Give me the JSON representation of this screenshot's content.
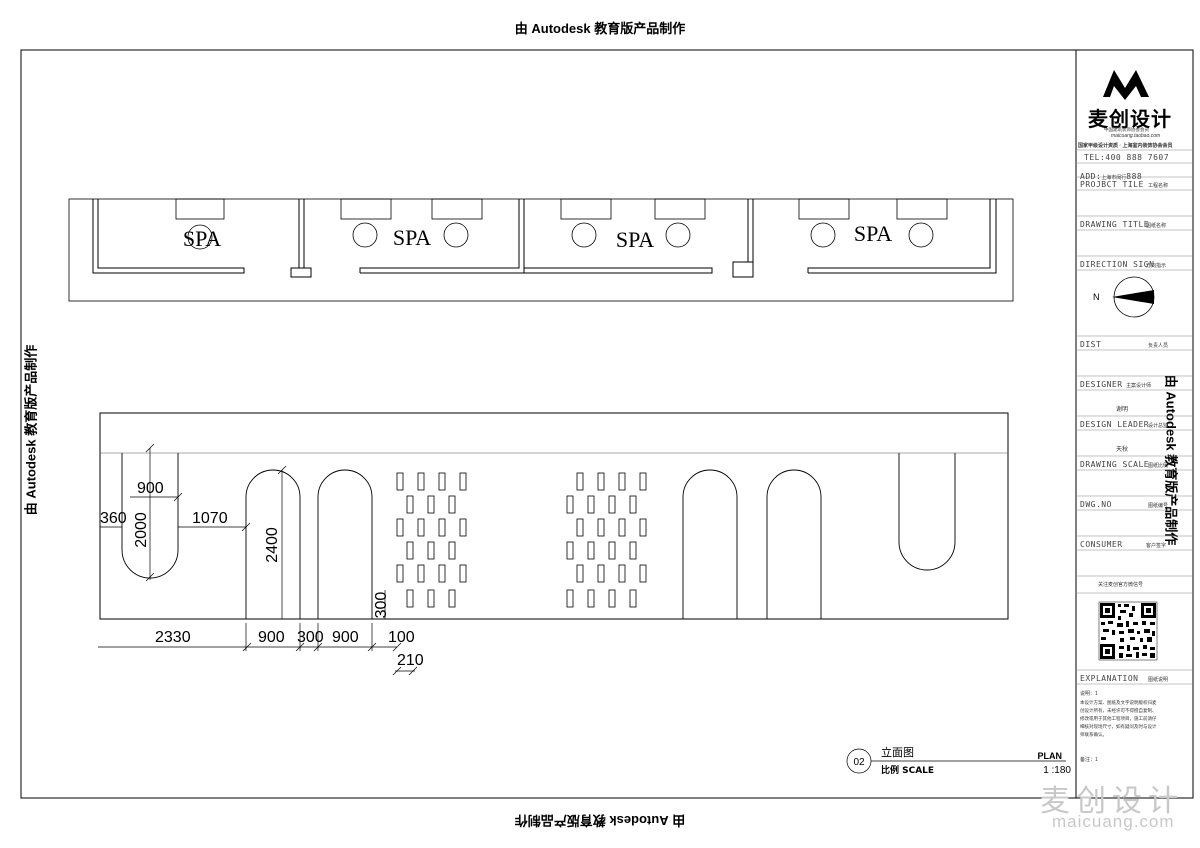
{
  "watermark_text": "由 Autodesk 教育版产品制作",
  "plan": {
    "spa_labels": [
      "SPA",
      "SPA",
      "SPA",
      "SPA"
    ]
  },
  "elevation": {
    "dims_vertical": [
      "900",
      "2000",
      "360",
      "2400",
      "300"
    ],
    "dims_horizontal": [
      "1070",
      "2330",
      "900",
      "300",
      "900",
      "100",
      "210"
    ]
  },
  "title_block": {
    "brand_name": "麦创设计",
    "brand_sub": "maicuang.taobao.com",
    "brand_tagline": "中国建筑装饰协会会员",
    "brand_tagline2": "国家甲级设计资质 · 上海室内装饰协会会员",
    "tel": "TEL:400 888 7607",
    "add_label": "ADD:",
    "add_value": "上海市闵行",
    "add_num": "888",
    "project_title_label": "PROJBCT TILE",
    "project_title_value": "工程名称",
    "drawing_title_label": "DRAWING TITLE",
    "drawing_title_value": "图纸名称",
    "direction_label": "DIRECTION SIGN",
    "direction_value": "方向指示",
    "north": "N",
    "dist_label": "DIST",
    "dist_value": "负责人员",
    "designer_label": "DESIGNER",
    "designer_value": "主案设计师",
    "designer_name": "谢明",
    "leader_label": "DESIGN LEADER",
    "leader_value": "设计总监",
    "leader_name": "天秋",
    "scale_label": "DRAWING SCALE",
    "scale_value": "图纸比例",
    "dwg_label": "DWG.NO",
    "dwg_value": "图纸编号",
    "consumer_label": "CONSUMER",
    "consumer_value": "客户签字",
    "qr_caption": "关注麦创官方微信号",
    "explanation_label": "EXPLANATION",
    "explanation_value": "图纸说明",
    "notes_head": "说明：1",
    "notes_body": "本设计方案、图纸及文字说明版权归麦创设计所有，未经许可不得擅自复制、修改或用于其他工程项目，施工前请仔细核对现场尺寸，如有疑问及时与设计师联系确认。",
    "notes_foot": "备注：1"
  },
  "drawing_label": {
    "number": "02",
    "title_cn": "立面图",
    "scale_cn": "比例 SCALE",
    "title_en": "PLAN",
    "scale_value": "1 :180"
  },
  "footer_watermark": {
    "brand": "麦创设计",
    "url": "maicuang.com"
  }
}
